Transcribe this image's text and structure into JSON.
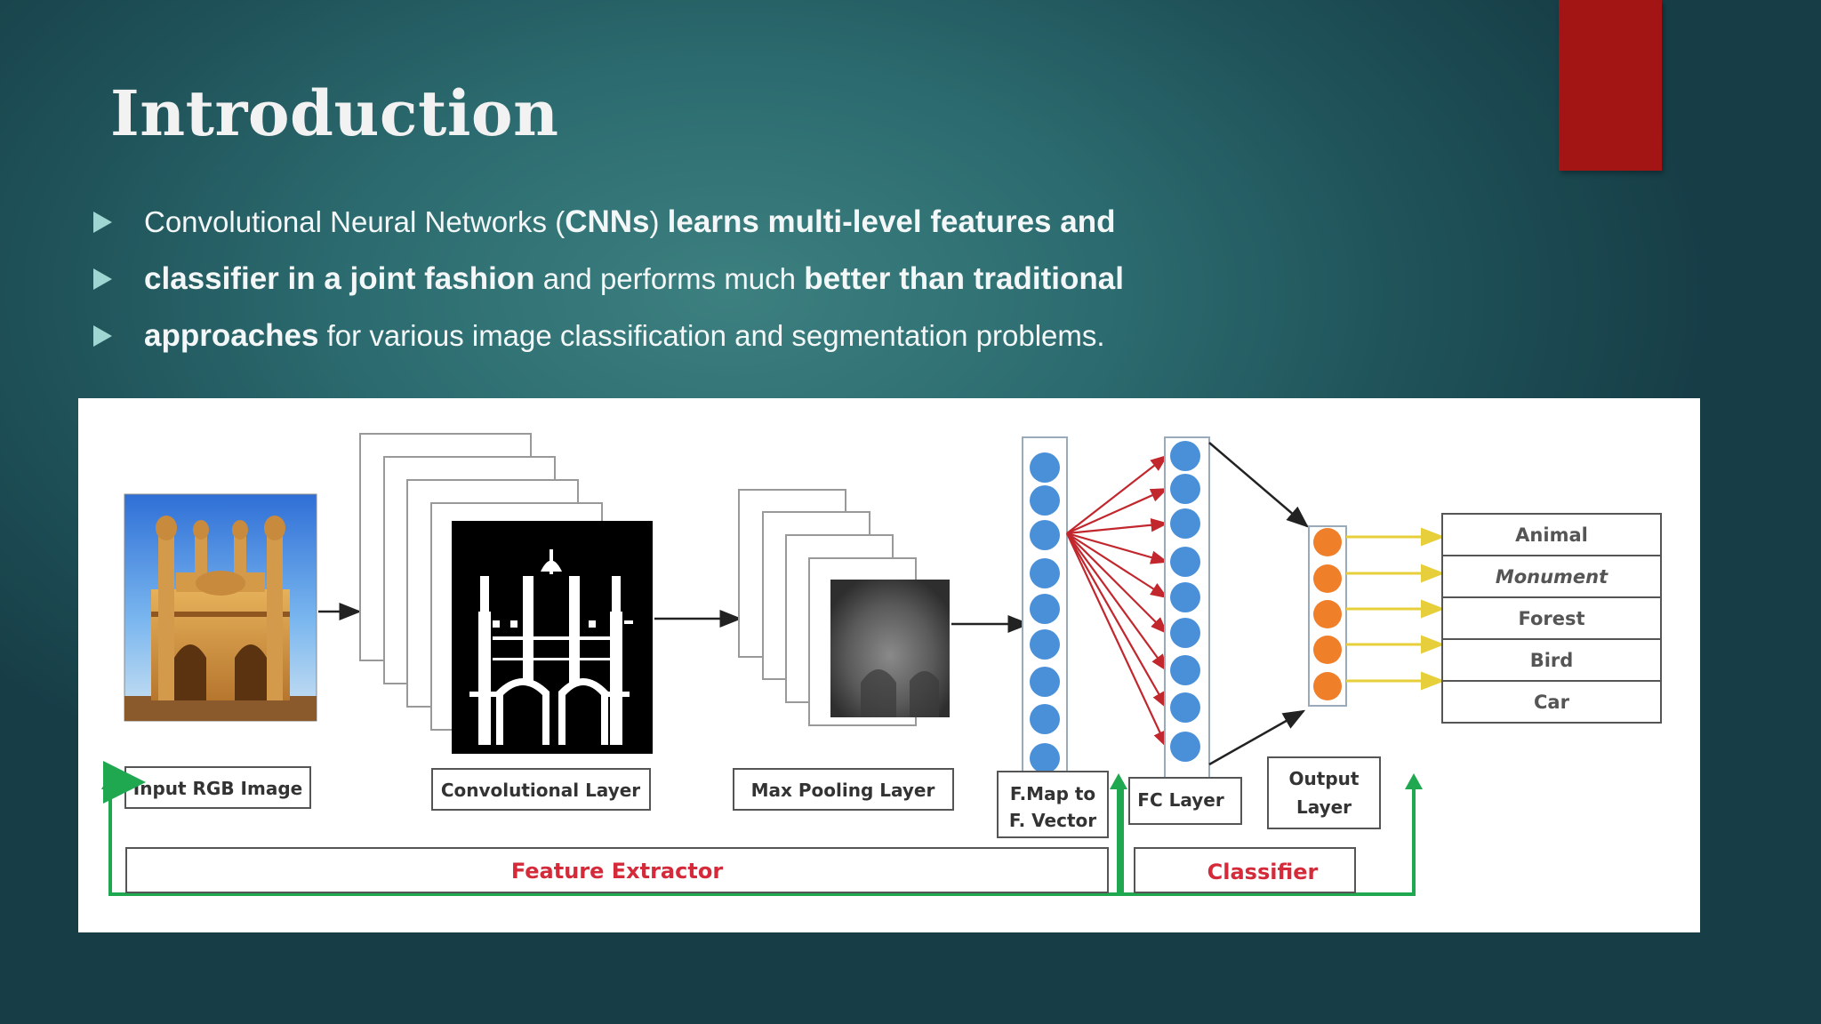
{
  "slide": {
    "title": "Introduction",
    "bullets": [
      [
        {
          "t": "Convolutional Neural Networks (",
          "b": false
        },
        {
          "t": "CNNs",
          "b": true
        },
        {
          "t": ") ",
          "b": false
        },
        {
          "t": "learns multi-level features and",
          "b": true
        }
      ],
      [
        {
          "t": "classifier in a joint fashion",
          "b": true
        },
        {
          "t": " and performs much ",
          "b": false
        },
        {
          "t": "better than traditional",
          "b": true
        }
      ],
      [
        {
          "t": "approaches",
          "b": true
        },
        {
          "t": " for various image classification and segmentation problems.",
          "b": false
        }
      ]
    ]
  },
  "diagram": {
    "labels": {
      "input": "Input RGB Image",
      "conv": "Convolutional Layer",
      "pool": "Max Pooling Layer",
      "fmap_line1": "F.Map to",
      "fmap_line2": "F. Vector",
      "fc": "FC Layer",
      "output_line1": "Output",
      "output_line2": "Layer",
      "feature_extractor": "Feature Extractor",
      "classifier": "Classifier"
    },
    "classes": [
      "Animal",
      "Monument",
      "Forest",
      "Bird",
      "Car"
    ],
    "highlight_class_index": 1,
    "colors": {
      "vector_node": "#4a90d9",
      "output_node": "#f07f2a",
      "bracket": "#1fa84f",
      "group_label": "#d42a3a",
      "highlight_class": "#2aa8a0",
      "fan_arrows": "#c1272d",
      "output_connectors": "#e6cf3a",
      "accent_block": "#a31515"
    }
  }
}
